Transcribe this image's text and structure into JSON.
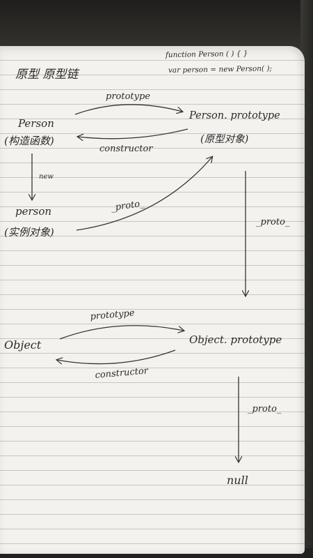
{
  "header": {
    "title": "原型 原型链",
    "code_line_1": "function Person ( ) { }",
    "code_line_2": "var person = new Person( );"
  },
  "nodes": {
    "person_constructor": {
      "name": "Person",
      "note": "(构造函数)"
    },
    "person_prototype": {
      "name": "Person. prototype",
      "note": "(原型对象)"
    },
    "person_instance": {
      "name": "person",
      "note": "(实例对象)"
    },
    "object_constructor": {
      "name": "Object"
    },
    "object_prototype": {
      "name": "Object. prototype"
    },
    "null_node": {
      "name": "null"
    }
  },
  "edges": {
    "prototype_top": "prototype",
    "constructor_top": "constructor",
    "new_label": "new",
    "proto_instance": "_proto_",
    "proto_right": "_proto_",
    "prototype_bottom": "prototype",
    "constructor_bottom": "constructor",
    "proto_bottom": "_proto_"
  }
}
